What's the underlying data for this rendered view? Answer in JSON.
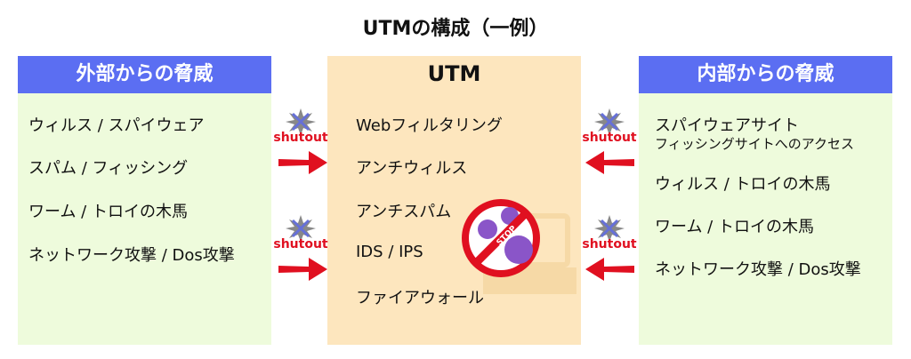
{
  "title": "UTMの構成（一例）",
  "external": {
    "header": "外部からの脅威",
    "items": [
      "ウィルス / スパイウェア",
      "スパム / フィッシング",
      "ワーム / トロイの木馬",
      "ネットワーク攻撃 / Dos攻撃"
    ]
  },
  "utm": {
    "header": "UTM",
    "items": [
      "Webフィルタリング",
      "アンチウィルス",
      "アンチスパム",
      "IDS / IPS",
      "ファイアウォール"
    ],
    "stop_label": "STOP"
  },
  "internal": {
    "header": "内部からの脅威",
    "items": [
      "スパイウェアサイト",
      "フィッシングサイトへのアクセス",
      "ウィルス / トロイの木馬",
      "ワーム / トロイの木馬",
      "ネットワーク攻撃 / Dos攻撃"
    ]
  },
  "shutout": "shutout",
  "colors": {
    "header": "#5b6ef2",
    "side": "#eefbdc",
    "center": "#fde6be",
    "arrow": "#e01020"
  }
}
